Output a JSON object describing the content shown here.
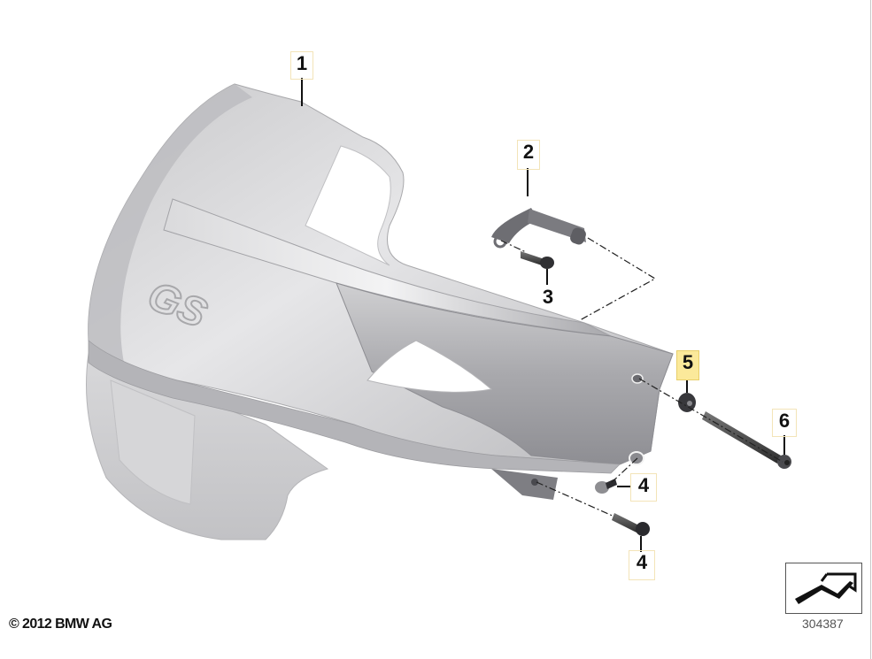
{
  "diagram": {
    "subject": "Front mudguard / fender extension (GS)",
    "emblem_text": "GS",
    "copyright": "© 2012 BMW AG",
    "diagram_number": "304387",
    "highlight_color": "#fbe99a",
    "callouts": [
      {
        "id": "c1",
        "label": "1",
        "highlighted": false
      },
      {
        "id": "c2",
        "label": "2",
        "highlighted": false
      },
      {
        "id": "c3",
        "label": "3",
        "highlighted": false
      },
      {
        "id": "c4a",
        "label": "4",
        "highlighted": false
      },
      {
        "id": "c4b",
        "label": "4",
        "highlighted": false
      },
      {
        "id": "c5",
        "label": "5",
        "highlighted": true
      },
      {
        "id": "c6",
        "label": "6",
        "highlighted": false
      }
    ],
    "nav_icon": "arrow-navigation-icon"
  }
}
